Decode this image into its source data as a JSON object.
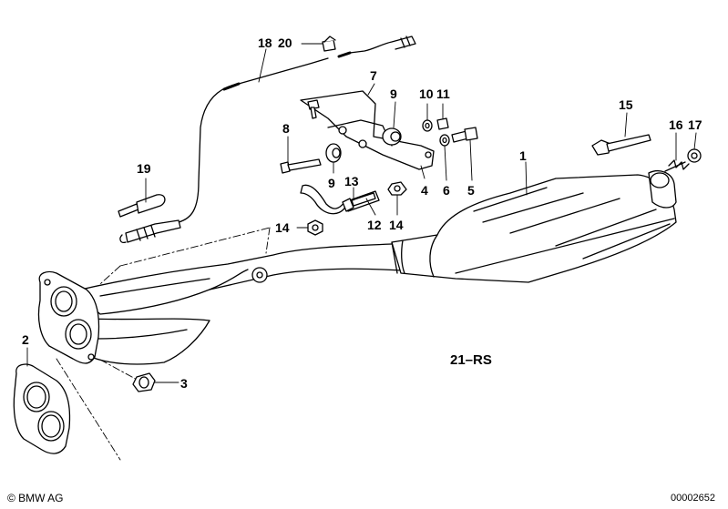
{
  "diagram": {
    "callouts": {
      "c1": "1",
      "c2": "2",
      "c3": "3",
      "c4": "4",
      "c5": "5",
      "c6": "6",
      "c7": "7",
      "c8": "8",
      "c9a": "9",
      "c9b": "9",
      "c10": "10",
      "c11": "11",
      "c12": "12",
      "c13": "13",
      "c14a": "14",
      "c14b": "14",
      "c15": "15",
      "c16": "16",
      "c17": "17",
      "c18": "18",
      "c19": "19",
      "c20": "20"
    },
    "variant_label": "21–RS",
    "copyright": "© BMW AG",
    "drawing_number": "00002652"
  },
  "colors": {
    "line": "#000000",
    "background": "#ffffff",
    "shade": "#e6e6e6"
  }
}
